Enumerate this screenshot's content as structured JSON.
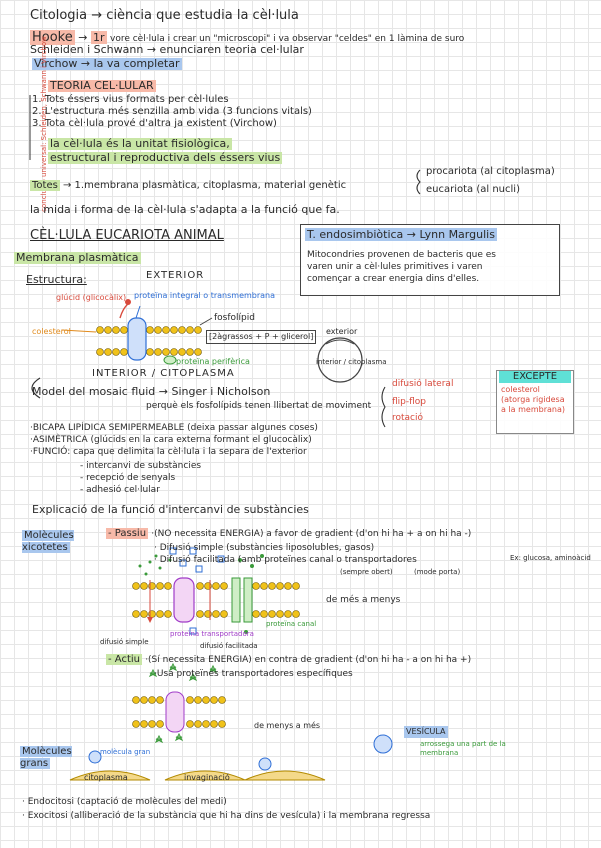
{
  "title": "Citologia → ciència que estudia la cèl·lula",
  "hooke": {
    "name": "Hooke",
    "arrow": "→",
    "first": "1r",
    "text": "vore cèl·lula i crear un \"microscopi\" i va observar \"celdes\" en 1 làmina de suro"
  },
  "schleiden_line": "Schleiden i Schwann → enunciaren teoria cel·lular",
  "virchow_line": "Virchow → la va completar",
  "side_label": "conclusió universal: Schleiden, Schwann i Virchow",
  "teoria": {
    "heading": "TEORIA CEL·LULAR",
    "items": [
      "1. Tots éssers vius formats per cèl·lules",
      "2. L'estructura més senzilla amb vida (3 funcions vitals)",
      "3. Tota cèl·lula prové d'altra ja existent (Virchow)"
    ],
    "summary_1": "la cèl·lula és la unitat fisiològica,",
    "summary_2": "estructural i reproductiva dels éssers vius"
  },
  "totes": {
    "label": "Totes",
    "text": "→ 1.membrana plasmàtica, citoplasma, material genètic",
    "procariota": "procariota (al citoplasma)",
    "eucariota": "eucariota (al nucli)"
  },
  "mida_line": "la mida i forma de la cèl·lula s'adapta a la funció que fa.",
  "eucariota_heading": "CÈL·LULA EUCARIOTA ANIMAL",
  "endosimbiotica": {
    "title": "T. endosimbiòtica → Lynn Margulis",
    "line1": "Mitocondries provenen de bacteris que es",
    "line2": "varen unir a cèl·lules primitives i varen",
    "line3": "començar a crear energia dins d'elles."
  },
  "membrana": {
    "heading": "Membrana plasmàtica",
    "estructura": "Estructura:",
    "exterior": "EXTERIOR",
    "interior": "INTERIOR / CITOPLASMA",
    "glucid": "glúcid (glicocàlix)",
    "proteina_integral": "proteïna integral o transmembrana",
    "colesterol": "colesterol",
    "fosfolipid": "fosfolípid",
    "fosfolipid_formula": "[2àgrassos + P + glicerol]",
    "proteina_periferica": "proteïna perifèrica",
    "exterior_small": "exterior",
    "interior_small": "interior / citoplasma"
  },
  "mosaic": {
    "text": "Model del mosaic fluid → Singer i Nicholson",
    "perque": "perquè els fosfolípids tenen llibertat de moviment",
    "options": [
      "difusió lateral",
      "flip-flop",
      "rotació"
    ],
    "excepte_title": "EXCEPTE",
    "excepte_body": "colesterol (atorga rigidesa a la membrana)"
  },
  "bicapa": [
    "·BICAPA LIPÍDICA SEMIPERMEABLE (deixa passar algunes coses)",
    "·ASIMÈTRICA (glúcids en la cara externa formant el glucocàlix)",
    "·FUNCIÓ: capa que delimita la cèl·lula i la separa de l'exterior"
  ],
  "funcions": [
    "- intercanvi de substàncies",
    "- recepció de senyals",
    "- adhesió cel·lular"
  ],
  "explicacio": "Explicació de la funció d'intercanvi de substàncies",
  "molecules_petites": "Molècules xicotetes",
  "passiu": {
    "label": "- Passiu",
    "text": "·(NO necessita ENERGIA) a favor de gradient (d'on hi ha + a on hi ha -)",
    "simple": "· Difusió simple (substàncies liposolubles, gasos)",
    "facilitada": "· Difusió facilitada (amb proteïnes canal o transportadores",
    "ex": "Ex: glucosa, aminoàcid",
    "sempre": "(sempre obert)",
    "mode": "(mode porta)",
    "de_mes": "de més a menys",
    "dif_simple": "difusió simple",
    "dif_facilitada": "difusió facilitada",
    "prot_transportadora": "proteïna transportadora",
    "prot_canal": "proteïna canal"
  },
  "actiu": {
    "label": "- Actiu",
    "text": "·(Sí necessita ENERGIA) en contra de gradient (d'on hi ha - a on hi ha +)",
    "usa": "·Usa proteïnes transportadores específiques",
    "de_menys": "de menys a més"
  },
  "grans": {
    "label": "Molècules grans",
    "molecula_gran": "molècula gran",
    "citoplasma": "citoplasma",
    "invaginacio": "invaginació",
    "vesicula": "VESÍCULA",
    "arrossega": "arrossega una part de la membrana"
  },
  "endo": "· Endocitosi (captació de molècules del medi)",
  "exo": "· Exocitosi (alliberació de la substància que hi ha dins de vesícula) i la membrana regressa"
}
